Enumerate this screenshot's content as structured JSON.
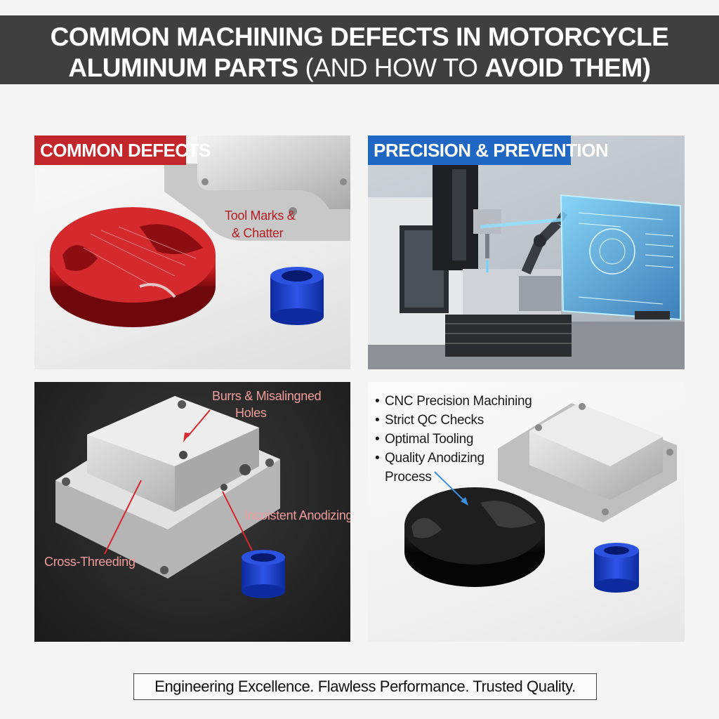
{
  "header": {
    "line1": "COMMON MACHINING DEFECTS IN MOTORCYCLE",
    "line2_start": "ALUMINUM PARTS ",
    "line2_thin": "(AND HOW TO ",
    "line2_end": "AVOID THEM)"
  },
  "panels": {
    "defects": {
      "tag": "COMMON DEFECTS",
      "label_line1": "Tool Marks &",
      "label_line2": "& Chatter"
    },
    "prevention": {
      "tag": "PRECISION & PREVENTION"
    },
    "defects_detail": {
      "burrs_line1": "Burrs & Misalingned",
      "burrs_line2": "Holes",
      "anodizing": "Incoistent Anodizing",
      "cross_threading": "Cross-Threeding"
    },
    "solutions": {
      "bullet_char": "•",
      "bullets": [
        "CNC Precision Machining",
        "Strict QC Checks",
        "Optimal Tooling",
        "Quality Anodizing"
      ],
      "bullet_continuation": "Process"
    }
  },
  "footer": {
    "tagline": "Engineering Excellence. Flawless Performance. Trusted Quality."
  },
  "colors": {
    "header_bg": "#3f3f3f",
    "defect_red": "#c3262a",
    "prevent_blue": "#1f67c3",
    "anodized_blue": "#1e3fd0"
  }
}
